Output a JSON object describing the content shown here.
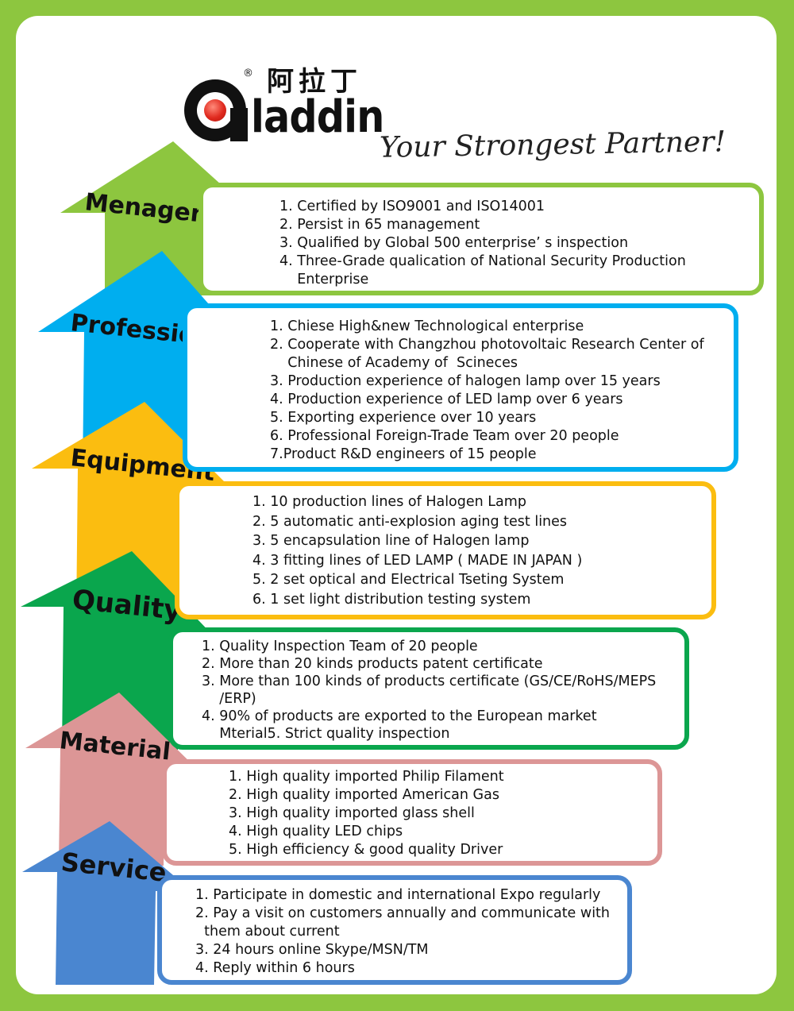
{
  "brand": {
    "name": "laddin",
    "chinese_name": "阿拉丁",
    "registered_mark": "®",
    "slogan": "Your Strongest Partner!"
  },
  "colors": {
    "frame": "#8dc63f",
    "management": "#8dc63f",
    "professional": "#00aeef",
    "equipment": "#fbbd10",
    "quality": "#0aa64d",
    "material": "#dc9696",
    "service": "#4a86d0"
  },
  "sections": [
    {
      "label": "Menagenemt",
      "items": [
        "1. Certified by ISO9001 and ISO14001",
        "2. Persist in 65 management",
        "3. Qualified by Global 500 enterprise’ s inspection",
        "4. Three-Grade qualication of National Security Production",
        "    Enterprise"
      ]
    },
    {
      "label": "Professional",
      "items": [
        "1. Chiese High&new Technological enterprise",
        "2. Cooperate with Changzhou photovoltaic Research Center of",
        "    Chinese of Academy of  Scineces",
        "3. Production experience of halogen lamp over 15 years",
        "4. Production experience of LED lamp over 6 years",
        "5. Exporting experience over 10 years",
        "6. Professional Foreign-Trade Team over 20 people",
        "7.Product R&D engineers of 15 people"
      ]
    },
    {
      "label": "Equipment",
      "items": [
        "1. 10 production lines of Halogen Lamp",
        "2. 5 automatic anti-explosion aging test lines",
        "3. 5 encapsulation line of Halogen lamp",
        "4. 3 fitting lines of LED LAMP ( MADE IN JAPAN )",
        "5. 2 set optical and Electrical Tseting System",
        "6. 1 set light distribution testing system"
      ]
    },
    {
      "label": "Quality",
      "items": [
        "1. Quality Inspection Team of 20 people",
        "2. More than 20 kinds products patent certificate",
        "3. More than 100 kinds of products certificate (GS/CE/RoHS/MEPS",
        "    /ERP)",
        "4. 90% of products are exported to the European market",
        "    Mterial5. Strict quality inspection"
      ]
    },
    {
      "label": "Material",
      "items": [
        "1. High quality imported Philip Filament",
        "2. High quality imported American Gas",
        "3. High quality imported glass shell",
        "4. High quality LED chips",
        "5. High efficiency & good quality Driver"
      ]
    },
    {
      "label": "Service",
      "items": [
        "1. Participate in domestic and international Expo regularly",
        "2. Pay a visit on customers annually and communicate with",
        "  them about current",
        "3. 24 hours online Skype/MSN/TM",
        "4. Reply within 6 hours"
      ]
    }
  ]
}
